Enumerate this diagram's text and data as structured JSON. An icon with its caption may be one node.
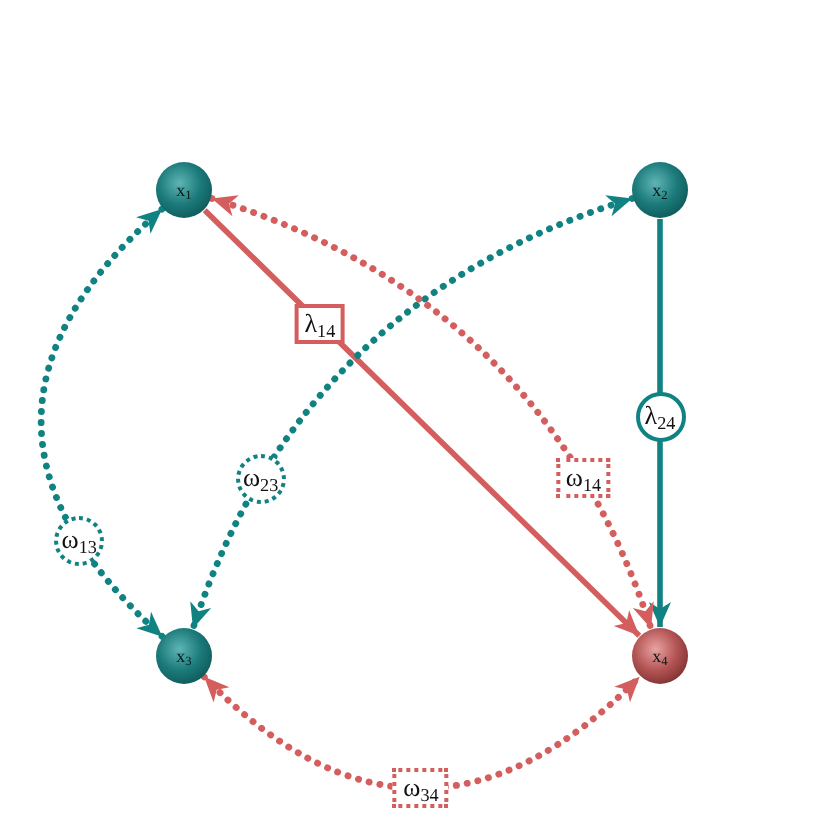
{
  "diagram": {
    "nodes": [
      {
        "text": [
          "x$_{1}$"
        ]
      },
      {
        "text": [
          "x$_{2}$"
        ]
      },
      {
        "text": [
          "x$_{3}$"
        ]
      },
      {
        "text": [
          "x$_{4}$"
        ]
      }
    ],
    "edges": [
      {
        "from": 0,
        "to": 3,
        "arrow": "to",
        "label": "λ$_{14}$",
        "color": "#d45d5d"
      },
      {
        "from": 1,
        "to": 3,
        "arrow": "to",
        "label": "λ$_{24}$",
        "color": "#108282"
      },
      {
        "from": 0,
        "to": 2,
        "arrow": "both",
        "label": "ω$_{13}$",
        "style": "dashed",
        "color": "#108282"
      },
      {
        "from": 1,
        "to": 2,
        "arrow": "both",
        "label": "ω$_{23}$",
        "style": "dashed",
        "color": "#108282"
      },
      {
        "from": 0,
        "to": 3,
        "arrow": "both",
        "label": "ω$_{14}$",
        "style": "dashed",
        "color": "#d45d5d"
      },
      {
        "from": 2,
        "to": 3,
        "arrow": "both",
        "label": "ω$_{34}$",
        "style": "dashed",
        "color": "#d45d5d"
      }
    ]
  }
}
